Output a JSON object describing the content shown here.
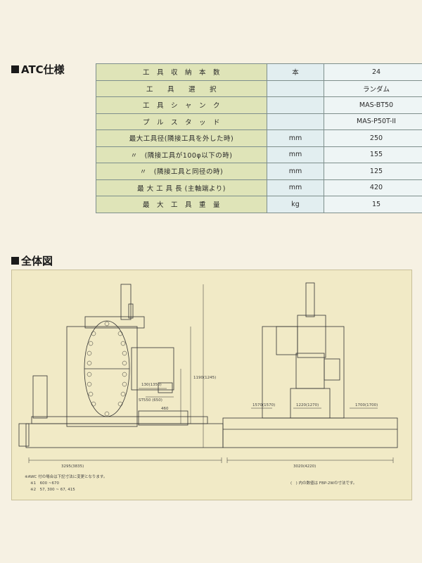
{
  "atc": {
    "title": "ATC仕様",
    "rows": [
      {
        "item": "工　具　収　納　本　数",
        "unit": "本",
        "value": "24"
      },
      {
        "item": "工　　具　　選　　択",
        "unit": "",
        "value": "ランダム"
      },
      {
        "item": "工　具　シ　ャ　ン　ク",
        "unit": "",
        "value": "MAS-BT50"
      },
      {
        "item": "プ　ル　ス　タ　ッ　ド",
        "unit": "",
        "value": "MAS-P50T-II"
      },
      {
        "item": "最大工具径(隣接工具を外した時)",
        "unit": "mm",
        "value": "250"
      },
      {
        "item": "〃　(隣接工具が100φ以下の時)",
        "unit": "mm",
        "value": "155"
      },
      {
        "item": "〃　(隣接工具と同径の時)",
        "unit": "mm",
        "value": "125"
      },
      {
        "item": "最 大 工 具 長 (主軸端より)",
        "unit": "mm",
        "value": "420"
      },
      {
        "item": "最　大　工　具　重　量",
        "unit": "kg",
        "value": "15"
      }
    ]
  },
  "overview": {
    "title": "全体図",
    "notes": {
      "awc_line1": "※AWC 付の場合は下記寸法に変更となります。",
      "awc_line2": "※1　600 ~670",
      "awc_line3": "※2　57, 300 ~ 67, 415",
      "paren_note": "(　) 内の数値は FBP-2Wの寸法です。"
    },
    "dims": {
      "front_width": "3295(3835)",
      "side_width": "3020(4220)",
      "d1": "130(1350)",
      "d2": "ST550 (650)",
      "d3": "460",
      "d4": "1570(1570)",
      "d5": "1700(1700)",
      "d6": "1220(1270)",
      "d7": "1190(1245)"
    }
  }
}
